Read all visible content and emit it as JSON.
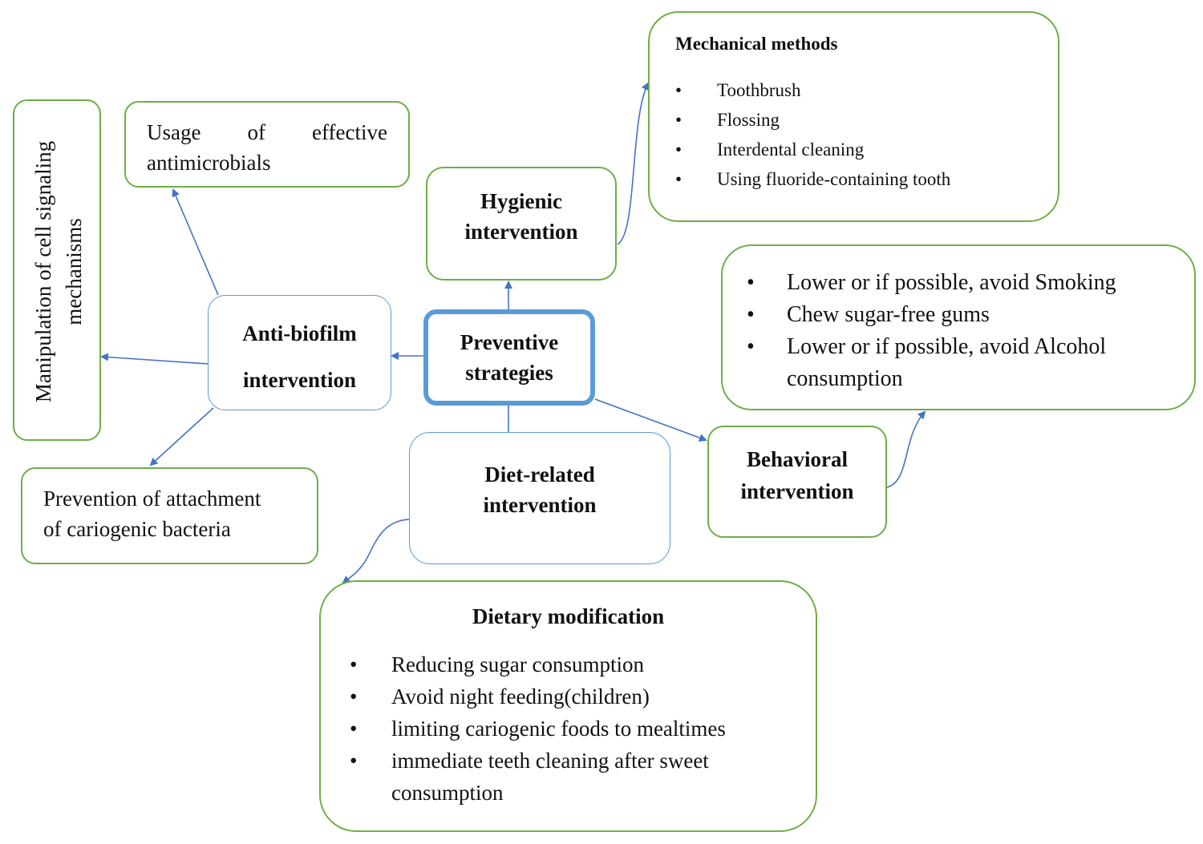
{
  "center": {
    "line1": "Preventive",
    "line2": "strategies"
  },
  "hygienic": {
    "line1": "Hygienic",
    "line2": "intervention"
  },
  "mechanical": {
    "title": "Mechanical methods",
    "items": [
      "Toothbrush",
      "Flossing",
      "Interdental cleaning",
      "Using fluoride-containing tooth"
    ]
  },
  "antibiofilm": {
    "line1": "Anti-biofilm",
    "line2": "intervention"
  },
  "antimicrobials": {
    "line1": "Usage of effective",
    "line2": "antimicrobials"
  },
  "cell_signaling": {
    "line1": "Manipulation of cell signaling",
    "line2": "mechanisms"
  },
  "attachment": {
    "line1": "Prevention of attachment",
    "line2": "of cariogenic bacteria"
  },
  "diet": {
    "line1": "Diet-related",
    "line2": "intervention"
  },
  "dietary": {
    "title": "Dietary modification",
    "items": [
      "Reducing sugar consumption",
      "Avoid night feeding(children)",
      "limiting cariogenic foods to mealtimes",
      "immediate teeth cleaning after sweet",
      "consumption"
    ]
  },
  "behavioral": {
    "line1": "Behavioral",
    "line2": "intervention"
  },
  "behavior_items": {
    "items": [
      "Lower or if possible, avoid Smoking",
      "Chew sugar-free gums",
      "Lower or if possible, avoid Alcohol",
      "consumption"
    ]
  },
  "bullet": "•",
  "colors": {
    "green": "#70ad47",
    "blue": "#5b9bd5",
    "arrow": "#4472c4"
  }
}
